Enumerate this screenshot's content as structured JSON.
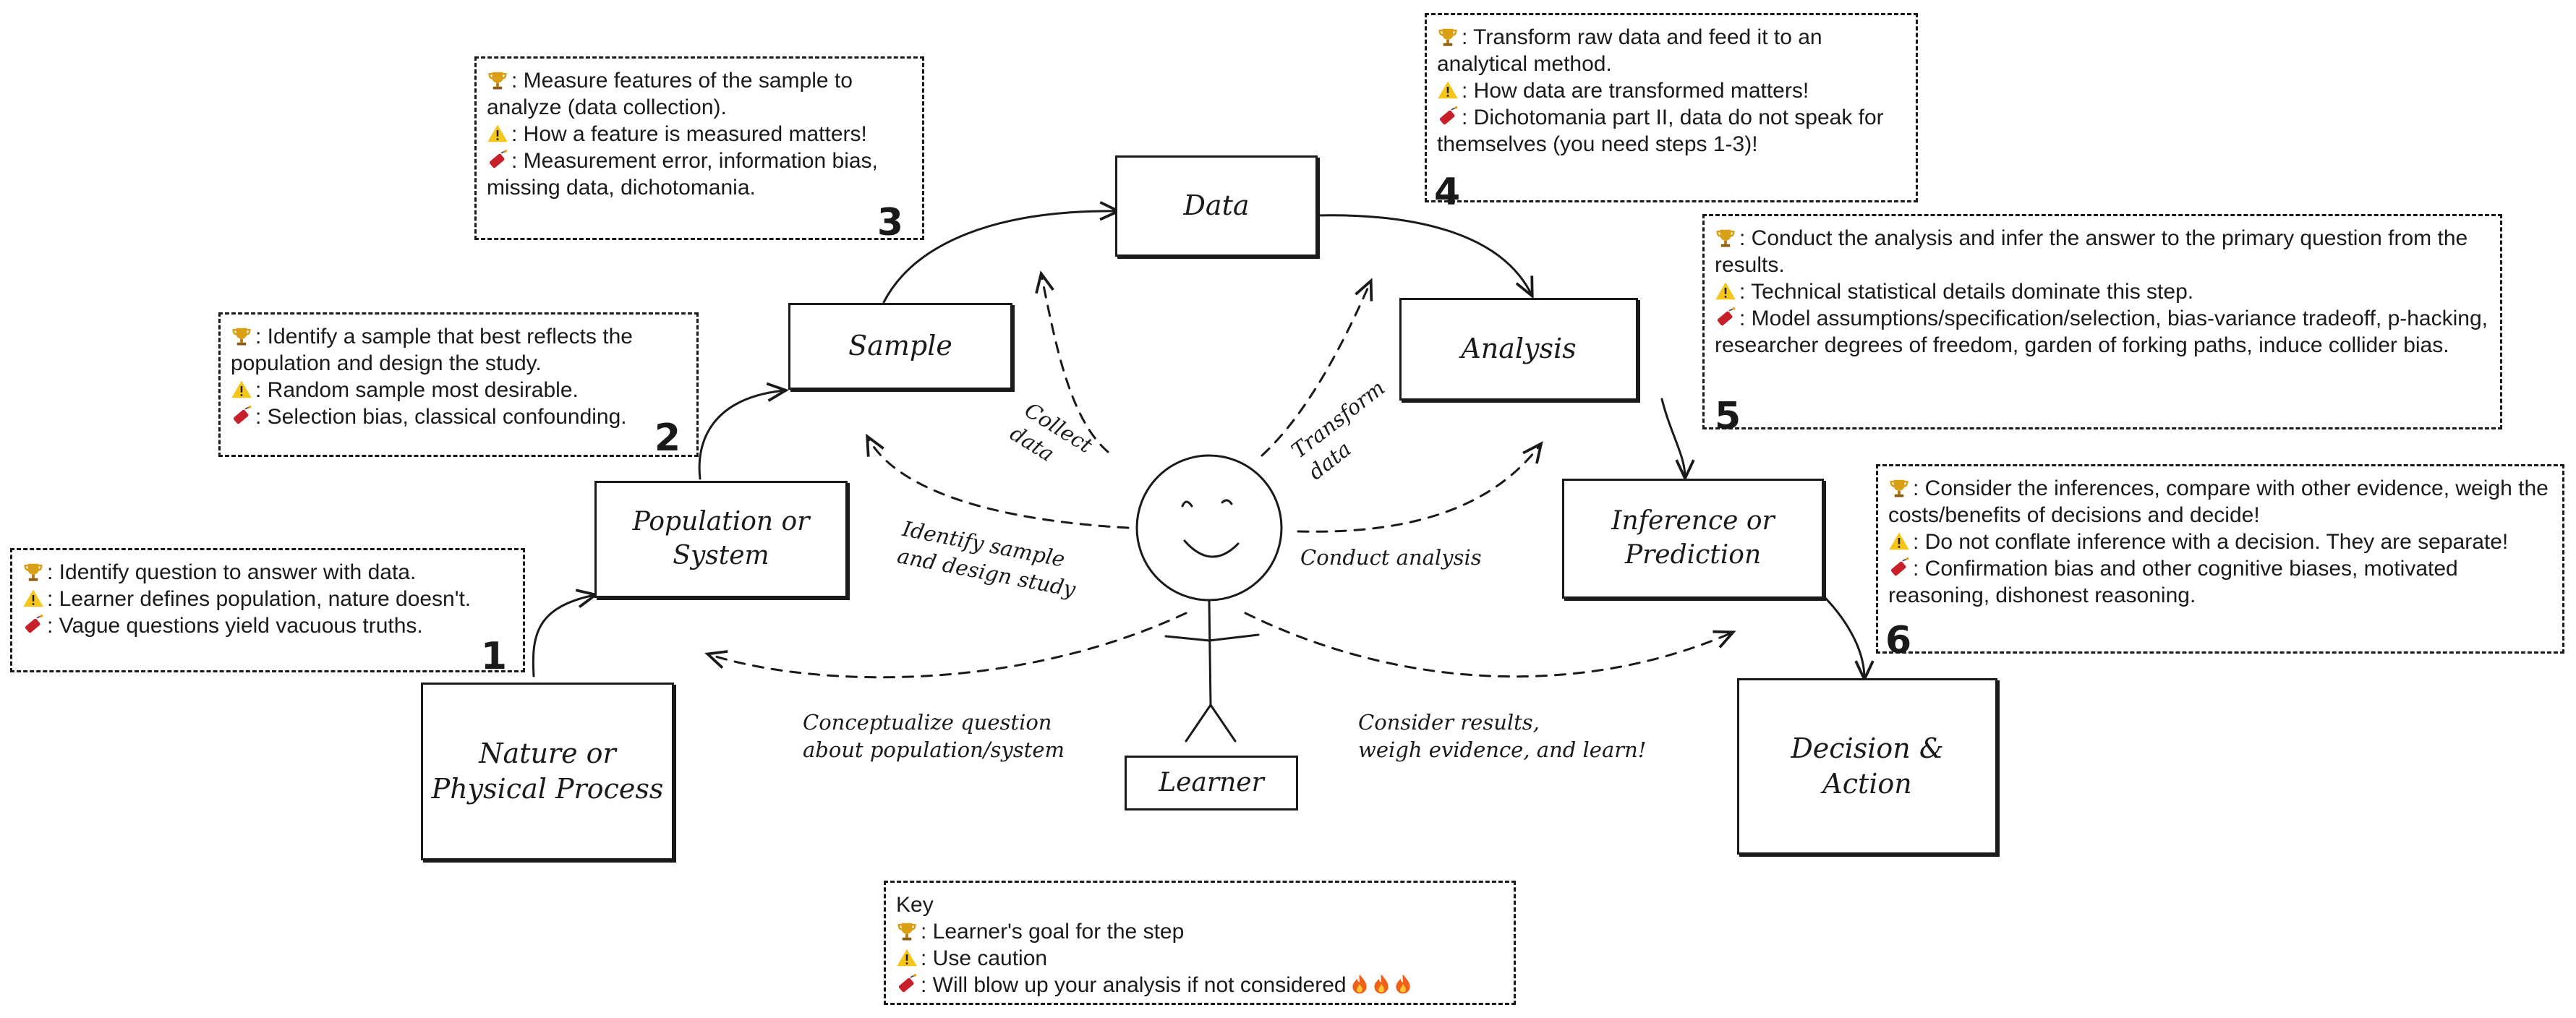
{
  "nodes": {
    "nature": "Nature or\nPhysical Process",
    "population": "Population or\nSystem",
    "sample": "Sample",
    "data": "Data",
    "analysis": "Analysis",
    "inference": "Inference or\nPrediction",
    "decision": "Decision &\nAction",
    "learner": "Learner"
  },
  "arrow_labels": {
    "collect": "Collect\ndata",
    "transform": "Transform\ndata",
    "identify": "Identify sample\nand design study",
    "conduct": "Conduct analysis",
    "conceptualize": "Conceptualize question\nabout population/system",
    "consider": "Consider results,\nweigh evidence, and learn!"
  },
  "notes": {
    "step1": {
      "goal": ": Identify question to answer with data.",
      "caution": ": Learner defines population, nature doesn't.",
      "blowup": ": Vague questions yield vacuous truths.",
      "number": "1"
    },
    "step2": {
      "goal": ": Identify a sample that best reflects the population and design the study.",
      "caution": ": Random sample most desirable.",
      "blowup": ": Selection bias, classical confounding.",
      "number": "2"
    },
    "step3": {
      "goal": ": Measure features of the sample to analyze (data collection).",
      "caution": ": How a feature is measured matters!",
      "blowup": ": Measurement error, information bias, missing data, dichotomania.",
      "number": "3"
    },
    "step4": {
      "goal": ": Transform raw data and feed it to an analytical method.",
      "caution": ": How data are transformed matters!",
      "blowup": ": Dichotomania part II, data do not speak for themselves (you need steps 1-3)!",
      "number": "4"
    },
    "step5": {
      "goal": ": Conduct the analysis and infer the answer to the primary question from the results.",
      "caution": ": Technical statistical details dominate this step.",
      "blowup": ": Model assumptions/specification/selection, bias-variance tradeoff, p-hacking, researcher degrees of freedom, garden of forking paths, induce collider bias.",
      "number": "5"
    },
    "step6": {
      "goal": ": Consider the inferences, compare with other evidence, weigh the costs/benefits of decisions and decide!",
      "caution": ": Do not conflate inference with a decision. They are separate!",
      "blowup": ": Confirmation bias and other cognitive biases, motivated reasoning, dishonest reasoning.",
      "number": "6"
    }
  },
  "key": {
    "title": "Key",
    "goal": ": Learner's goal for the step",
    "caution": ": Use caution",
    "blowup": ": Will blow up your analysis if not considered"
  },
  "icons": {
    "goal": "trophy-icon",
    "caution": "warning-icon",
    "blowup": "dynamite-icon",
    "fire": "fire-icon"
  },
  "colors": {
    "ink": "#1a1a1a",
    "trophy": "#d9a016",
    "warning": "#f5c518",
    "dynamite": "#c8202b",
    "fire": "#f0601a"
  }
}
